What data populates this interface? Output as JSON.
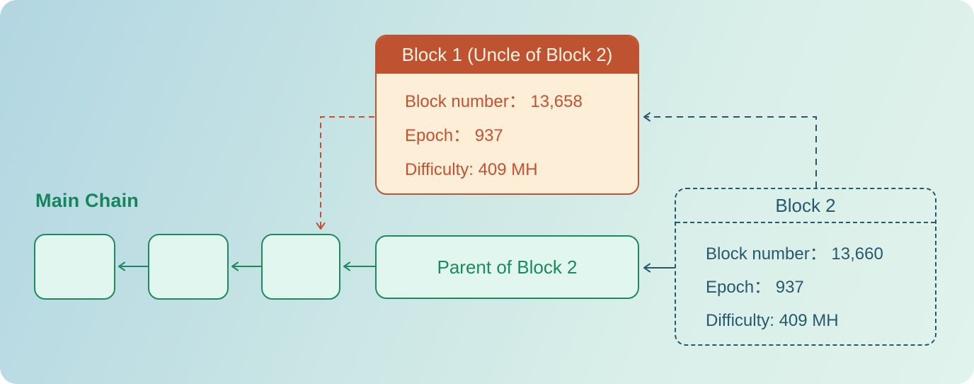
{
  "main_chain": {
    "label": "Main Chain"
  },
  "parent_block": {
    "label": "Parent of Block 2"
  },
  "block1": {
    "title": "Block 1 (Uncle of Block 2)",
    "rows": [
      "Block number： 13,658",
      "Epoch： 937",
      "Difficulty: 409 MH"
    ]
  },
  "block2": {
    "title": "Block 2",
    "rows": [
      "Block number： 13,660",
      "Epoch： 937",
      "Difficulty: 409 MH"
    ]
  },
  "colors": {
    "background_gradient_start": "#b2d6e2",
    "background_gradient_end": "#e0f3ec",
    "chain_green": "#1e8a5c",
    "chain_box_fill": "#e1f6ee",
    "uncle_orange": "#bf5331",
    "uncle_body_cream": "#fdeed8",
    "reference_teal": "#27596d"
  }
}
